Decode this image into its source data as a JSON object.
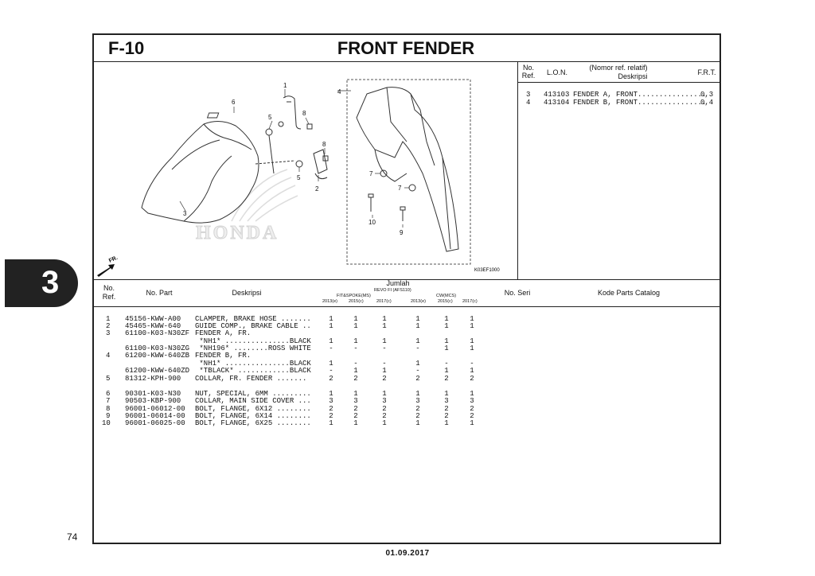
{
  "page": {
    "code": "F-10",
    "title": "FRONT FENDER",
    "section_number": "3",
    "page_number": "74",
    "date": "01.09.2017"
  },
  "diagram": {
    "image_code": "K03EF1000",
    "direction_label": "FR.",
    "brand_watermark": "HONDA",
    "callouts": [
      "1",
      "2",
      "3",
      "4",
      "5",
      "5",
      "6",
      "7",
      "7",
      "8",
      "8",
      "9",
      "10"
    ]
  },
  "frt_table": {
    "headers": {
      "no_ref": "No.\nRef.",
      "lon": "L.O.N.",
      "desc_top": "(Nomor ref. relatif)",
      "desc": "Deskripsi",
      "frt": "F.R.T."
    },
    "rows": [
      {
        "ref": "3",
        "lon": "413103",
        "desc": "FENDER A, FRONT................",
        "frt": "0,3"
      },
      {
        "ref": "4",
        "lon": "413104",
        "desc": "FENDER B, FRONT................",
        "frt": "0,4"
      }
    ]
  },
  "parts_table": {
    "headers": {
      "no_ref": "No.\nRef.",
      "no_part": "No. Part",
      "deskripsi": "Deskripsi",
      "jumlah": "Jumlah",
      "model_group": "REVO FI (AFS110)",
      "fit_label": "FIT&SPOKE(MS)",
      "cw_label": "CW(MCS)",
      "years": [
        "2013(e)",
        "2015(c)",
        "2017(c)",
        "2013(e)",
        "2015(c)",
        "2017(c)"
      ],
      "no_seri": "No. Seri",
      "kode": "Kode Parts Catalog"
    },
    "rows": [
      {
        "ref": "1",
        "part": "45156-KWW-A00",
        "desc": "CLAMPER, BRAKE HOSE .......",
        "q": [
          "1",
          "1",
          "1",
          "1",
          "1",
          "1"
        ]
      },
      {
        "ref": "2",
        "part": "45465-KWW-640",
        "desc": "GUIDE COMP., BRAKE CABLE ..",
        "q": [
          "1",
          "1",
          "1",
          "1",
          "1",
          "1"
        ]
      },
      {
        "ref": "3",
        "part": "61100-K03-N30ZF",
        "desc": "FENDER A, FR.",
        "q": [
          "",
          "",
          "",
          "",
          "",
          ""
        ]
      },
      {
        "ref": "",
        "part": "",
        "desc": " *NH1* ...............BLACK",
        "q": [
          "1",
          "1",
          "1",
          "1",
          "1",
          "1"
        ]
      },
      {
        "ref": "",
        "part": "61100-K03-N30ZG",
        "desc": " *NH196* ........ROSS WHITE",
        "q": [
          "-",
          "-",
          "-",
          "-",
          "1",
          "1"
        ]
      },
      {
        "ref": "4",
        "part": "61200-KWW-640ZB",
        "desc": "FENDER B, FR.",
        "q": [
          "",
          "",
          "",
          "",
          "",
          ""
        ]
      },
      {
        "ref": "",
        "part": "",
        "desc": " *NH1* ...............BLACK",
        "q": [
          "1",
          "-",
          "-",
          "1",
          "-",
          "-"
        ]
      },
      {
        "ref": "",
        "part": "61200-KWW-640ZD",
        "desc": " *TBLACK* ............BLACK",
        "q": [
          "-",
          "1",
          "1",
          "-",
          "1",
          "1"
        ]
      },
      {
        "ref": "5",
        "part": "81312-KPH-900",
        "desc": "COLLAR, FR. FENDER .......",
        "q": [
          "2",
          "2",
          "2",
          "2",
          "2",
          "2"
        ]
      },
      {
        "ref": "6",
        "part": "90301-K03-N30",
        "desc": "NUT, SPECIAL, 6MM .........",
        "q": [
          "1",
          "1",
          "1",
          "1",
          "1",
          "1"
        ]
      },
      {
        "ref": "7",
        "part": "90503-KBP-900",
        "desc": "COLLAR, MAIN SIDE COVER ...",
        "q": [
          "3",
          "3",
          "3",
          "3",
          "3",
          "3"
        ]
      },
      {
        "ref": "8",
        "part": "96001-06012-00",
        "desc": "BOLT, FLANGE, 6X12 ........",
        "q": [
          "2",
          "2",
          "2",
          "2",
          "2",
          "2"
        ]
      },
      {
        "ref": "9",
        "part": "96001-06014-00",
        "desc": "BOLT, FLANGE, 6X14 ........",
        "q": [
          "2",
          "2",
          "2",
          "2",
          "2",
          "2"
        ]
      },
      {
        "ref": "10",
        "part": "96001-06025-00",
        "desc": "BOLT, FLANGE, 6X25 ........",
        "q": [
          "1",
          "1",
          "1",
          "1",
          "1",
          "1"
        ]
      }
    ]
  }
}
